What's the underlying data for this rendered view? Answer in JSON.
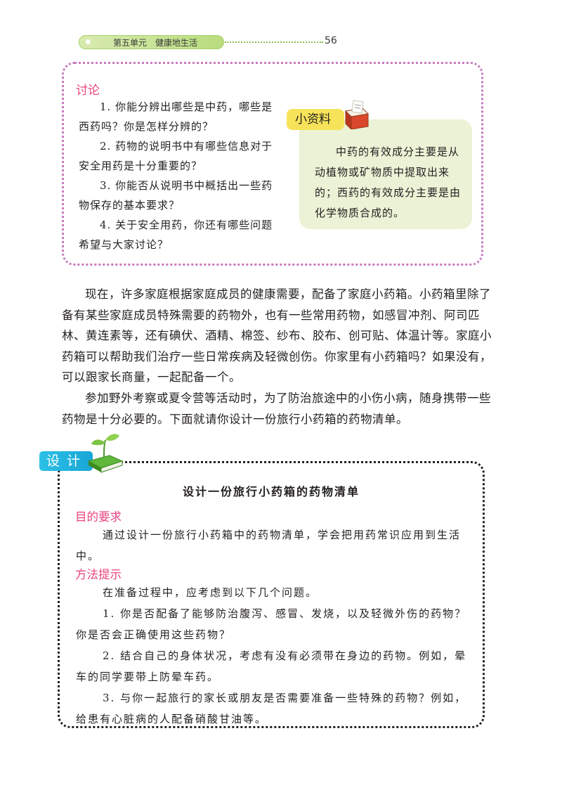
{
  "header": {
    "unit": "第五单元",
    "title": "健康地生活",
    "page": "56"
  },
  "discussion": {
    "title": "讨论",
    "questions": [
      "1. 你能分辨出哪些是中药，哪些是西药吗？你是怎样分辨的？",
      "2. 药物的说明书中有哪些信息对于安全用药是十分重要的？",
      "3. 你能否从说明书中概括出一些药物保存的基本要求？",
      "4. 关于安全用药，你还有哪些问题希望与大家讨论？"
    ],
    "info": {
      "label": "小资料",
      "text": "中药的有效成分主要是从动植物或矿物质中提取出来的；西药的有效成分主要是由化学物质合成的。"
    }
  },
  "body": {
    "paragraphs": [
      "现在，许多家庭根据家庭成员的健康需要，配备了家庭小药箱。小药箱里除了备有某些家庭成员特殊需要的药物外，也有一些常用药物，如感冒冲剂、阿司匹林、黄连素等，还有碘伏、酒精、棉签、纱布、胶布、创可贴、体温计等。家庭小药箱可以帮助我们治疗一些日常疾病及轻微创伤。你家里有小药箱吗？如果没有，可以跟家长商量，一起配备一个。",
      "参加野外考察或夏令营等活动时，为了防治旅途中的小伤小病，随身携带一些药物是十分必要的。下面就请你设计一份旅行小药箱的药物清单。"
    ]
  },
  "design": {
    "tag": "设计",
    "title": "设计一份旅行小药箱的药物清单",
    "goal_label": "目的要求",
    "goal_text": "通过设计一份旅行小药箱中的药物清单，学会把用药常识应用到生活中。",
    "method_label": "方法提示",
    "method_intro": "在准备过程中，应考虑到以下几个问题。",
    "method_items": [
      "1. 你是否配备了能够防治腹泻、感冒、发烧，以及轻微外伤的药物？你是否会正确使用这些药物？",
      "2. 结合自己的身体状况，考虑有没有必须带在身边的药物。例如，晕车的同学要带上防晕车药。",
      "3. 与你一起旅行的家长或朋友是否需要准备一些特殊的药物？例如，给患有心脏病的人配备硝酸甘油等。"
    ]
  }
}
